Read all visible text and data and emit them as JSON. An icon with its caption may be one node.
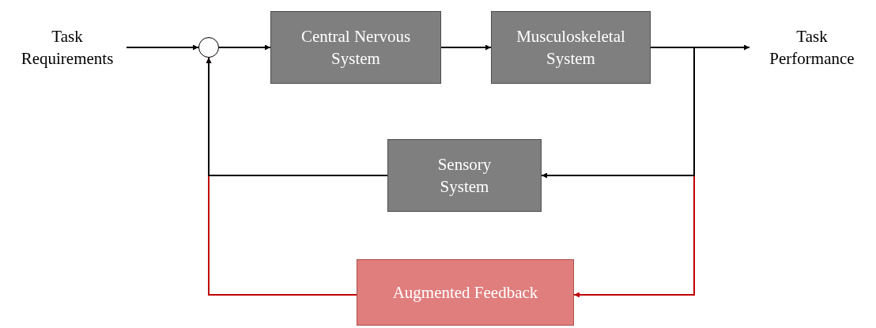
{
  "diagram": {
    "nodes": [
      {
        "text": [
          "Task Requirements"
        ]
      },
      {
        "text": [],
        "shape": "circle"
      },
      {
        "text": [
          "Central Nervous System"
        ]
      },
      {
        "text": [
          "Musculoskeletal System"
        ]
      },
      {
        "text": [
          "Task Performance"
        ]
      },
      {
        "text": [
          "Sensory System"
        ]
      },
      {
        "text": [
          "Augmented Feedback"
        ]
      }
    ],
    "edges": [
      {
        "from": 0,
        "to": 1,
        "arrow": "to"
      },
      {
        "from": 1,
        "to": 2,
        "arrow": "to"
      },
      {
        "from": 2,
        "to": 3,
        "arrow": "to"
      },
      {
        "from": 3,
        "to": 4,
        "arrow": "to"
      },
      {
        "from": 3,
        "to": 5,
        "arrow": "to"
      },
      {
        "from": 5,
        "to": 1,
        "arrow": "to"
      },
      {
        "from": 3,
        "to": 6,
        "arrow": "to",
        "color": "#c00000"
      },
      {
        "from": 6,
        "to": 1,
        "arrow": "to",
        "color": "#c00000"
      }
    ]
  }
}
